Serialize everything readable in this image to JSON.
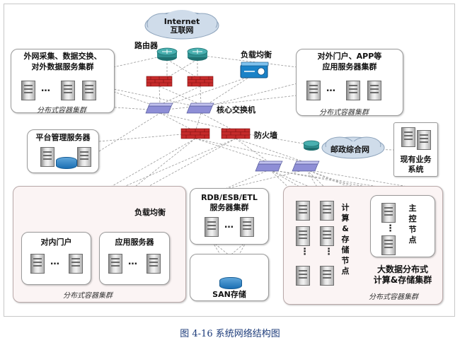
{
  "internet_label": "Internet",
  "internet_label_cn": "互联网",
  "router_label": "路由器",
  "load_balancer_top_label": "负载均衡",
  "top_left_cluster": {
    "title_line1": "外网采集、数据交换、",
    "title_line2": "对外数据服务集群",
    "dots": "…",
    "subtitle": "分布式容器集群"
  },
  "top_right_cluster": {
    "title_line1": "对外门户、APP等",
    "title_line2": "应用服务器集群",
    "dots": "…",
    "subtitle": "分布式容器集群"
  },
  "core_switch_label": "核心交换机",
  "firewall_label": "防火墙",
  "platform_mgmt_label": "平台管理服务器",
  "postal_network_label": "邮政综合网",
  "existing_system_line1": "现有业务",
  "existing_system_line2": "系统",
  "bottom_left_cluster": {
    "load_balancer_label": "负载均衡",
    "internal_portal_label": "对内门户",
    "app_server_label": "应用服务器",
    "dots": "…",
    "subtitle": "分布式容器集群"
  },
  "rdb_cluster": {
    "title_line1": "RDB/ESB/ETL",
    "title_line2": "服务器集群",
    "dots": "…"
  },
  "san_label": "SAN存储",
  "bigdata_cluster": {
    "compute_label": "计算&存储节点",
    "master_label": "主控节点",
    "title_line1": "大数据分布式",
    "title_line2": "计算&存储集群",
    "subtitle": "分布式容器集群",
    "vdots": "⋮"
  },
  "caption": "图 4-16  系统网络结构图",
  "colors": {
    "firewall": "#c62b2b",
    "switch": "#8e8ed6",
    "router": "#2f8f8f",
    "load_balancer": "#1a82c7",
    "cloud": "#cfdcea",
    "caption_text": "#1c3b7a"
  }
}
